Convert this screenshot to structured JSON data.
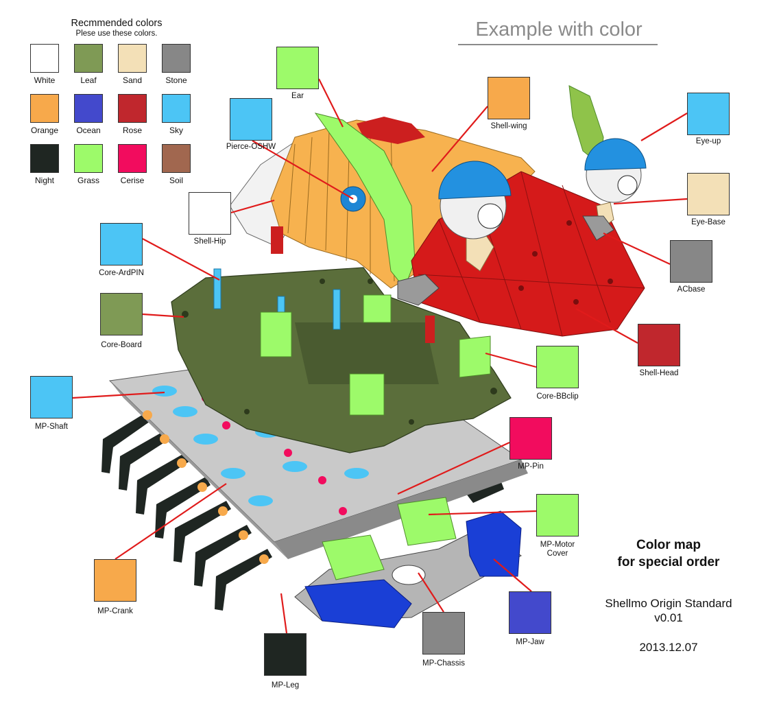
{
  "palette": {
    "title": "Recmmended colors",
    "subtitle": "Plese use these colors.",
    "swatches": [
      {
        "name": "White",
        "color": "#ffffff"
      },
      {
        "name": "Leaf",
        "color": "#7f9a55"
      },
      {
        "name": "Sand",
        "color": "#f3e0b7"
      },
      {
        "name": "Stone",
        "color": "#878787"
      },
      {
        "name": "Orange",
        "color": "#f7a94b"
      },
      {
        "name": "Ocean",
        "color": "#4349cc"
      },
      {
        "name": "Rose",
        "color": "#c0272d"
      },
      {
        "name": "Sky",
        "color": "#4cc5f5"
      },
      {
        "name": "Night",
        "color": "#1f2622"
      },
      {
        "name": "Grass",
        "color": "#9dfa6a"
      },
      {
        "name": "Cerise",
        "color": "#f20c5e"
      },
      {
        "name": "Soil",
        "color": "#a1674f"
      }
    ]
  },
  "example_title": "Example with color",
  "parts": [
    {
      "label": "Ear",
      "color": "#9dfa6a"
    },
    {
      "label": "Shell-wing",
      "color": "#f7a94b"
    },
    {
      "label": "Pierce-OSHW",
      "color": "#4cc5f5"
    },
    {
      "label": "Eye-up",
      "color": "#4cc5f5"
    },
    {
      "label": "Eye-Base",
      "color": "#f3e0b7"
    },
    {
      "label": "Shell-Hip",
      "color": "#ffffff"
    },
    {
      "label": "Core-ArdPIN",
      "color": "#4cc5f5"
    },
    {
      "label": "ACbase",
      "color": "#878787"
    },
    {
      "label": "Core-Board",
      "color": "#7f9a55"
    },
    {
      "label": "Shell-Head",
      "color": "#c0272d"
    },
    {
      "label": "Core-BBclip",
      "color": "#9dfa6a"
    },
    {
      "label": "MP-Shaft",
      "color": "#4cc5f5"
    },
    {
      "label": "MP-Pin",
      "color": "#f20c5e"
    },
    {
      "label": "MP-Motor\nCover",
      "color": "#9dfa6a"
    },
    {
      "label": "MP-Crank",
      "color": "#f7a94b"
    },
    {
      "label": "MP-Jaw",
      "color": "#4349cc"
    },
    {
      "label": "MP-Chassis",
      "color": "#878787"
    },
    {
      "label": "MP-Leg",
      "color": "#1f2622"
    }
  ],
  "info": {
    "title_line1": "Color  map",
    "title_line2": "for special order",
    "product": "Shellmo Origin Standard",
    "version": "v0.01",
    "date": "2013.12.07"
  },
  "leader_color": "#e01b1b"
}
